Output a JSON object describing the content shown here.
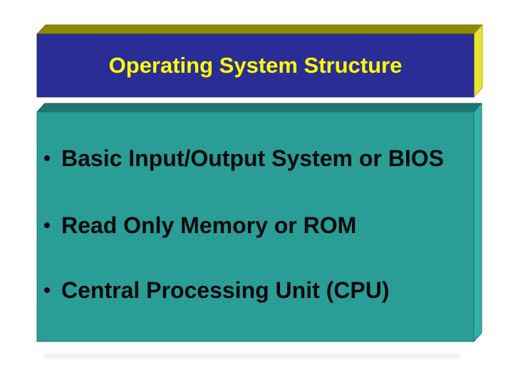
{
  "slide": {
    "background_color": "#FFFFFF",
    "title": {
      "text": "Operating System Structure",
      "text_color": "#FFFF00",
      "face_color": "#2B2D96",
      "top_face_color": "#8A8A05",
      "side_face_color": "#E9E52F"
    },
    "body": {
      "text_color": "#0A0A0A",
      "face_color": "#2A9D96",
      "top_face_color": "#1F7673",
      "side_face_color": "#32B1AA",
      "shadow_color": "#EBEBEB",
      "bullets": [
        "Basic Input/Output System or BIOS",
        "Read Only Memory or ROM",
        "Central Processing Unit (CPU)"
      ]
    }
  }
}
